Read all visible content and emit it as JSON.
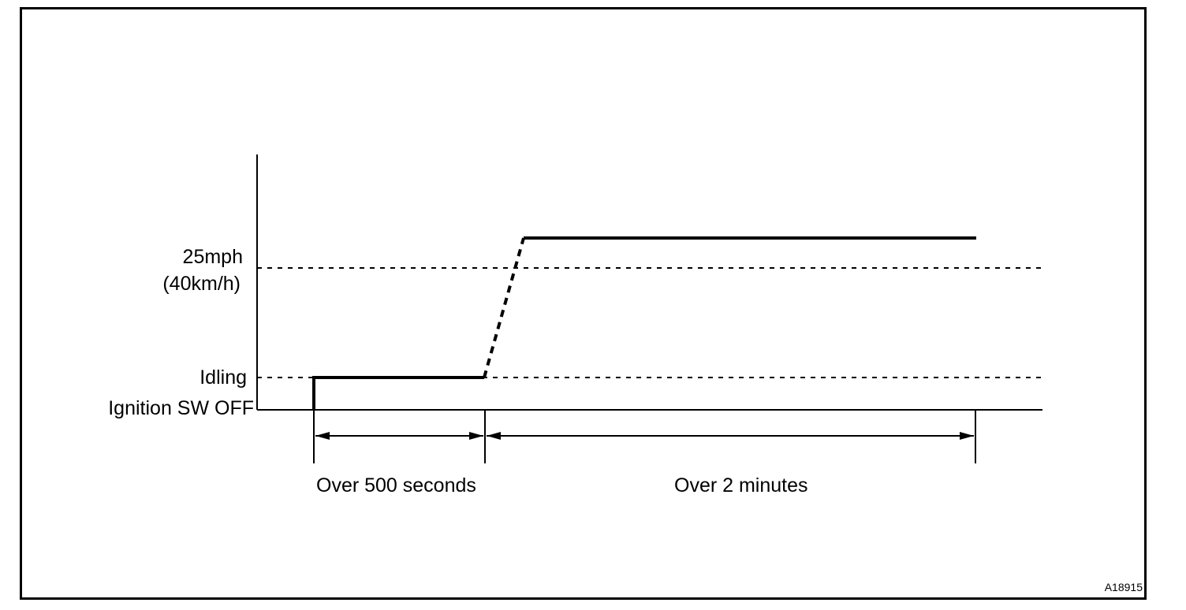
{
  "y_levels": {
    "speed": {
      "line1": "25mph",
      "line2": "(40km/h)"
    },
    "idling": "Idling",
    "ignition_off": "Ignition SW OFF"
  },
  "durations": {
    "first": "Over 500 seconds",
    "second": "Over 2 minutes"
  },
  "figure_code": "A18915",
  "colors": {
    "ink": "#000000",
    "background": "#ffffff"
  }
}
